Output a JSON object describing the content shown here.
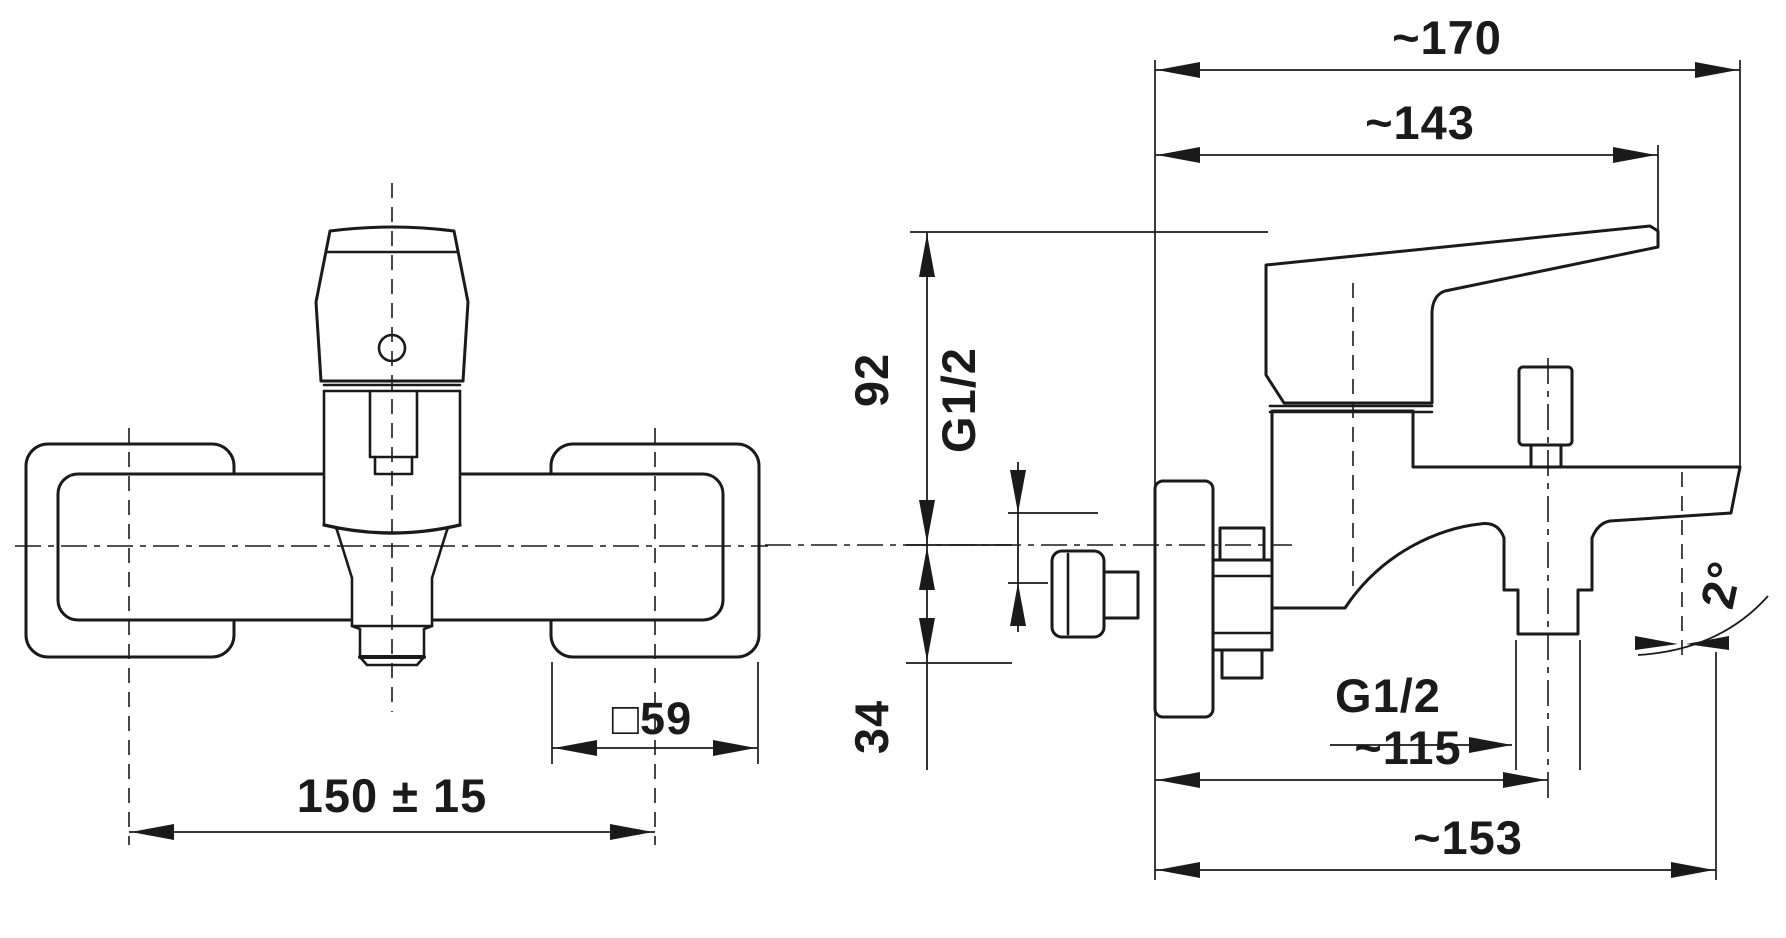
{
  "drawing": {
    "front_view": {
      "escutcheon_size": "□59",
      "connection_spacing": "150 ± 15"
    },
    "side_view": {
      "overall_depth": "~170",
      "handle_depth": "~143",
      "height_above_axis": "92",
      "wall_connection_thread": "G1/2",
      "depth_below_axis": "34",
      "outlet_thread": "G1/2",
      "outlet_distance": "~115",
      "spout_end_distance": "~153",
      "spout_tilt_angle": "2°"
    },
    "colors": {
      "line": "#1a1a1a",
      "background": "#ffffff"
    }
  }
}
